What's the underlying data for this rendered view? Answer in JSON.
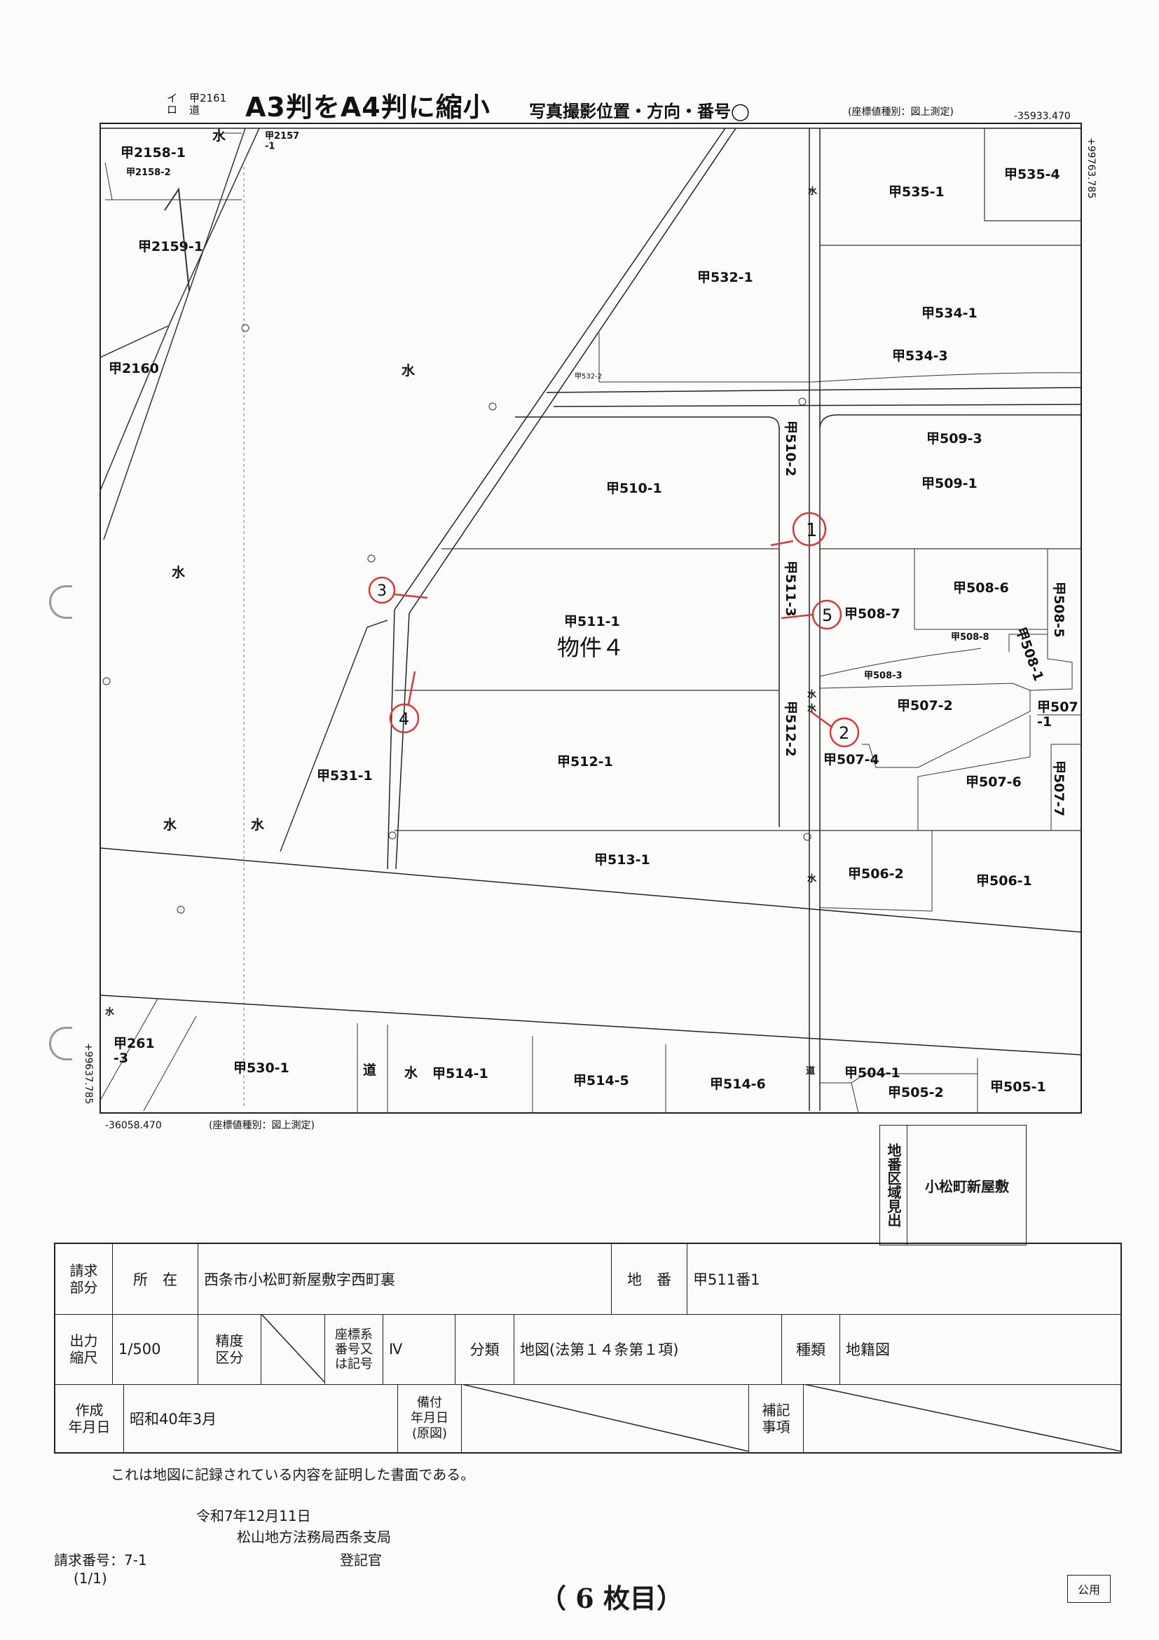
{
  "header": {
    "ro_mark": "イ\nロ",
    "road_top_num": "甲2161",
    "road_top": "道",
    "title_a3": "A3判をA4判に縮小",
    "title_photo": "写真撮影位置・方向・番号◯",
    "coord_note_top": "(座標値種別：図上測定)",
    "coord_top_right": "-35933.470",
    "coord_right": "+99763.785"
  },
  "parcels": [
    "甲2158-1",
    "甲2158-2",
    "甲2157\n-1",
    "甲2159-1",
    "甲2160",
    "甲532-1",
    "甲532-2",
    "甲535-1",
    "甲535-4",
    "甲534-1",
    "甲534-3",
    "甲510-1",
    "甲510-2",
    "甲509-3",
    "甲509-1",
    "甲511-1",
    "甲511-3",
    "甲508-6",
    "甲508-5",
    "甲508-7",
    "甲508-8",
    "甲508-1",
    "甲508-3",
    "甲507-2",
    "甲507\n-1",
    "甲507-4",
    "甲507-6",
    "甲507-7",
    "甲512-1",
    "甲512-2",
    "甲531-1",
    "甲513-1",
    "甲506-2",
    "甲506-1",
    "甲261\n-3",
    "甲530-1",
    "甲514-1",
    "甲514-5",
    "甲514-6",
    "甲504-1",
    "甲505-2",
    "甲505-1"
  ],
  "map_marks": {
    "water": "水",
    "road": "道",
    "handwritten_note": "物件４"
  },
  "photo_points": [
    "1",
    "2",
    "3",
    "4",
    "5"
  ],
  "footer_coords": {
    "coord_bottom_left": "-36058.470",
    "coord_note_bottom": "(座標値種別：図上測定)",
    "coord_left": "+99637.785"
  },
  "area_box": {
    "label": "地番区域見出",
    "value": "小松町新屋敷"
  },
  "table": {
    "r1": {
      "label_seikyu": "請求\n部分",
      "label_shozai": "所　在",
      "shozai_value": "西条市小松町新屋敷字西町裏",
      "label_chiban": "地　番",
      "chiban_value": "甲511番1"
    },
    "r2": {
      "label_scale": "出力\n縮尺",
      "scale_value": "1/500",
      "label_seido": "精度\n区分",
      "label_zahyo": "座標系\n番号又\nは記号",
      "zahyo_value": "Ⅳ",
      "label_bunrui": "分類",
      "bunrui_value": "地図(法第１４条第１項)",
      "label_shurui": "種類",
      "shurui_value": "地籍図"
    },
    "r3": {
      "label_sakusei": "作成\n年月日",
      "sakusei_value": "昭和40年3月",
      "label_bifu": "備付\n年月日\n(原図)",
      "label_hoki": "補記\n事項"
    }
  },
  "certification": {
    "statement": "これは地図に記録されている内容を証明した書面である。",
    "date": "令和7年12月11日",
    "office": "松山地方法務局西条支局",
    "request_no": "請求番号：7-1",
    "page": "(1/1)",
    "registrar": "登記官",
    "sheet_mark": "（ 6 枚目）",
    "public_badge": "公用"
  }
}
